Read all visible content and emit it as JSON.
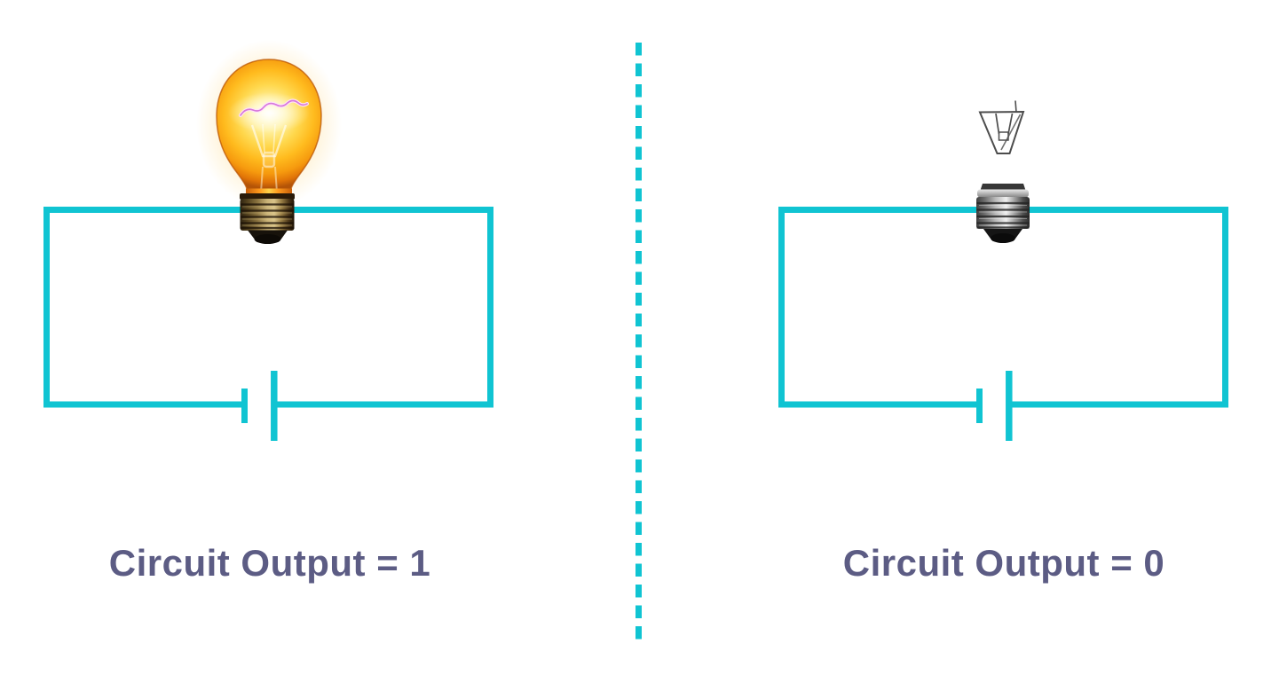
{
  "diagram": {
    "left": {
      "label": "Circuit Output = 1",
      "output_value": "1",
      "bulb_state": "on"
    },
    "right": {
      "label": "Circuit Output = 0",
      "output_value": "0",
      "bulb_state": "off"
    },
    "divider_style": "dashed"
  },
  "colors": {
    "background": "#ffffff",
    "wire": "#10c4d2",
    "divider": "#10c4d2",
    "label_text": "#5c5c84",
    "bulb_glow": "#ffc427",
    "lit_base": "#c9b277",
    "unlit_base": "#b9b9b9"
  }
}
